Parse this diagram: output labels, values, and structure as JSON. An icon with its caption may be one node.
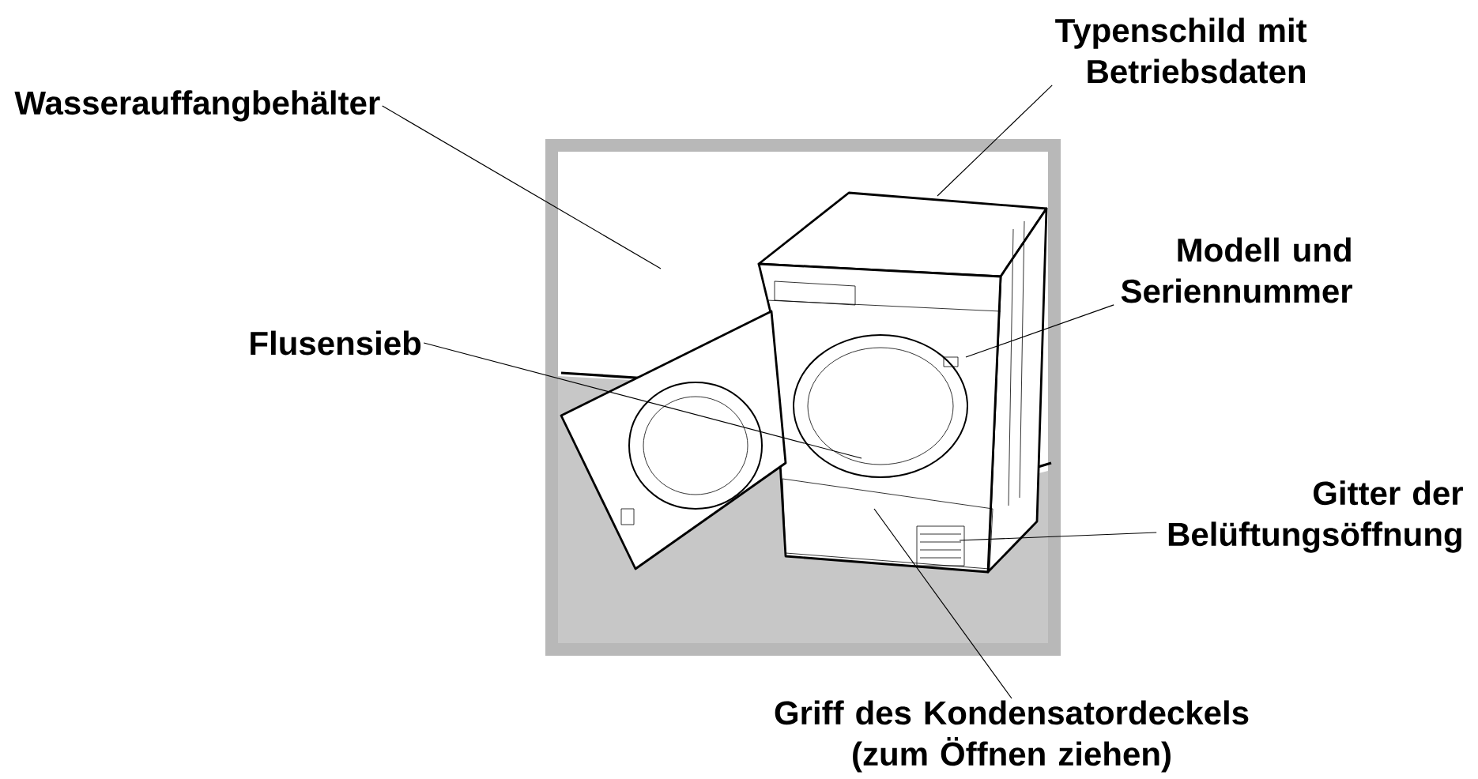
{
  "diagram": {
    "nodes": [
      {
        "text": [
          "Wasserauffangbehälter"
        ]
      },
      {
        "text": [
          "Flusensieb"
        ]
      },
      {
        "text": [
          "Typenschild mit Betriebsdaten"
        ]
      },
      {
        "text": [
          "Modell und Seriennummer"
        ]
      },
      {
        "text": [
          "Gitter der Belüftungsöffnung"
        ]
      },
      {
        "text": [
          "Griff des Kondensatordeckels (zum Öffnen ziehen)"
        ]
      }
    ],
    "edges": [
      {
        "from": 0,
        "to": null,
        "arrow": "none"
      },
      {
        "from": 1,
        "to": null,
        "arrow": "none"
      },
      {
        "from": 2,
        "to": null,
        "arrow": "none"
      },
      {
        "from": 3,
        "to": null,
        "arrow": "none"
      },
      {
        "from": 4,
        "to": null,
        "arrow": "none"
      },
      {
        "from": 5,
        "to": null,
        "arrow": "none"
      }
    ]
  }
}
